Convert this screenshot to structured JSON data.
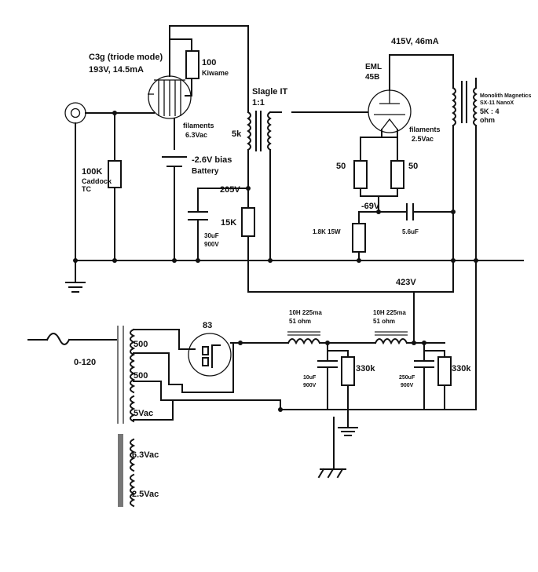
{
  "labels": {
    "c3g_title": "C3g (triode mode)",
    "c3g_op": "193V, 14.5mA",
    "r100": "100",
    "kiwame": "Kiwame",
    "fil63_a": "filaments",
    "fil63_b": "6.3Vac",
    "bias": "-2.6V bias",
    "battery": "Battery",
    "r100k": "100K",
    "caddock": "Caddock",
    "tc": "TC",
    "slagle": "Slagle IT",
    "ratio11": "1:1",
    "fivek": "5k",
    "v205": "205V",
    "r15k": "15K",
    "c30": "30uF",
    "c30v": "900V",
    "op415": "415V, 46mA",
    "eml": "EML",
    "t45b": "45B",
    "fil25_a": "filaments",
    "fil25_b": "2.5Vac",
    "r50a": "50",
    "r50b": "50",
    "v69": "-69V",
    "r18k": "1.8K 15W",
    "c56": "5.6uF",
    "mono1": "Monolith Magnetics",
    "mono2": "SX-11 NanoX",
    "mono3": "5K : 4",
    "mono4": "ohm",
    "v423": "423V",
    "choke1": "10H 225ma",
    "choke1b": "51 ohm",
    "choke2": "10H 225ma",
    "choke2b": "51 ohm",
    "rect83": "83",
    "mains": "0-120",
    "hv1": "500",
    "hv2": "500",
    "v5": "5Vac",
    "v63": "6.3Vac",
    "v25": "2.5Vac",
    "c10": "10uF",
    "c10v": "900V",
    "r330a": "330k",
    "c250": "250uF",
    "c250v": "900V",
    "r330b": "330k"
  }
}
